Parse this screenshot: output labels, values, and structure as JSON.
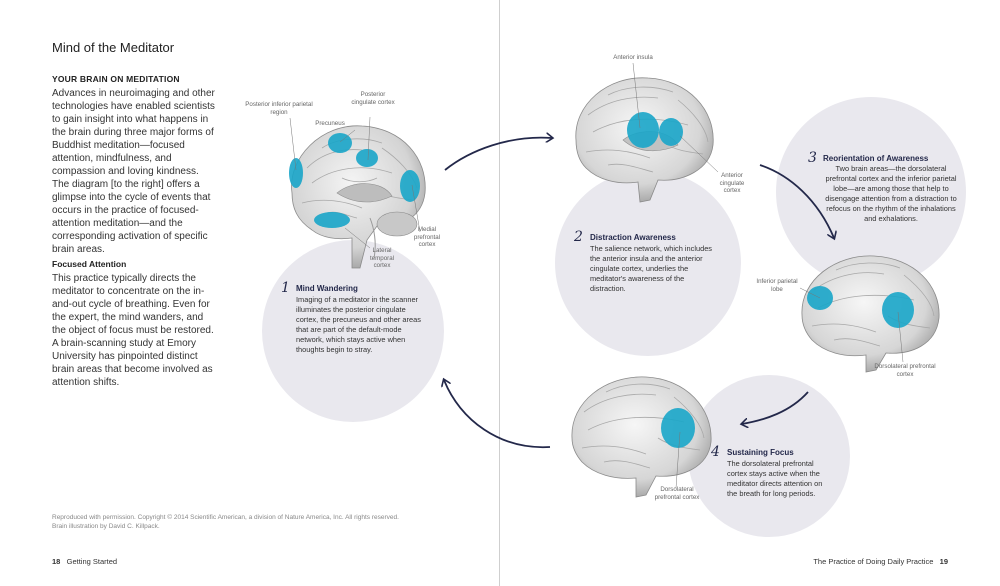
{
  "left_page": {
    "title": "Mind of the Meditator",
    "section1_heading": "YOUR BRAIN ON MEDITATION",
    "section1_text": "Advances in neuroimaging and other technologies have enabled scientists to gain insight into what happens in the brain during three major forms of Buddhist meditation—focused attention, mindfulness, and compassion and loving kindness. The diagram [to the right] offers a glimpse into the cycle of events that occurs in the practice of focused-attention meditation—and the corresponding activation of specific brain areas.",
    "section2_heading": "Focused Attention",
    "section2_text": "This practice typically directs the meditator to concentrate on the in-and-out cycle of breathing. Even for the expert, the mind wanders, and the object of focus must be restored. A brain-scanning study at Emory University has pinpointed distinct brain areas that become involved as attention shifts.",
    "credit_line1": "Reproduced with permission. Copyright © 2014 Scientific American, a division of Nature America, Inc. All rights reserved.",
    "credit_line2": "Brain illustration by David C. Killpack.",
    "page_number": "18",
    "running_head": "Getting Started"
  },
  "right_page": {
    "running_head": "The Practice of Doing Daily Practice",
    "page_number": "19"
  },
  "steps": [
    {
      "number": "1",
      "title": "Mind Wandering",
      "text": "Imaging of a meditator in the scanner illuminates the posterior cingulate cortex, the precuneus and other areas that are part of the default-mode network, which stays active when thoughts begin to stray."
    },
    {
      "number": "2",
      "title": "Distraction Awareness",
      "text": "The salience network, which includes the anterior insula and the anterior cingulate cortex, underlies the meditator's awareness of the distraction."
    },
    {
      "number": "3",
      "title": "Reorientation of Awareness",
      "text": "Two brain areas—the dorsolateral prefrontal cortex and the inferior parietal lobe—are among those that help to disengage attention from a distraction to refocus on the rhythm of the inhalations and exhalations."
    },
    {
      "number": "4",
      "title": "Sustaining Focus",
      "text": "The dorsolateral prefrontal cortex stays active when the meditator directs attention on the breath for long periods."
    }
  ],
  "brain_labels": {
    "b1_posterior_inferior_parietal": "Posterior inferior parietal region",
    "b1_posterior_cingulate": "Posterior cingulate cortex",
    "b1_precuneus": "Precuneus",
    "b1_medial_prefrontal": "Medial prefrontal cortex",
    "b1_lateral_temporal": "Lateral temporal cortex",
    "b2_anterior_insula": "Anterior insula",
    "b2_anterior_cingulate": "Anterior cingulate cortex",
    "b3_inferior_parietal": "Inferior parietal lobe",
    "b3_dorsolateral": "Dorsolateral prefrontal cortex",
    "b4_dorsolateral": "Dorsolateral prefrontal cortex"
  },
  "colors": {
    "highlight": "#1aa6c9",
    "arrow": "#23284a",
    "circle": "#e9e8ee"
  }
}
